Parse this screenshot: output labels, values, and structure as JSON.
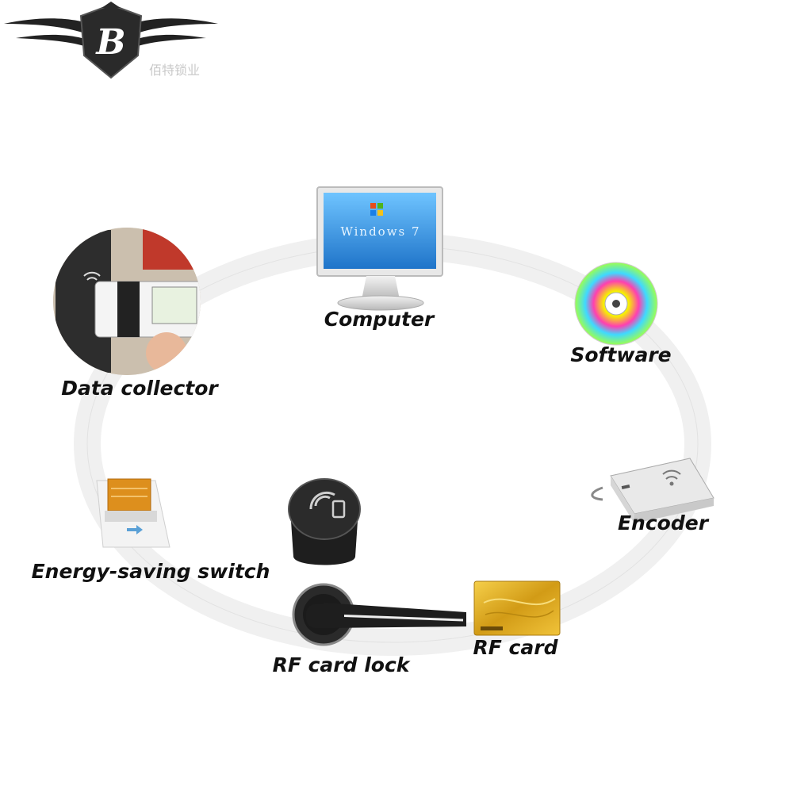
{
  "brand": {
    "monogram": "B",
    "subtitle": "佰特锁业"
  },
  "screen": {
    "os_text": "Windows 7"
  },
  "nodes": {
    "computer": "Computer",
    "software": "Software",
    "data_collector": "Data collector",
    "encoder": "Encoder",
    "energy_saving_switch": "Energy-saving switch",
    "rf_card_lock": "RF card lock",
    "rf_card": "RF card"
  },
  "colors": {
    "screen_blue": "#2a8fd8",
    "card_gold": "#d9a521",
    "lock_black": "#1b1b1b",
    "switch_card": "#d98c1a",
    "ring": "#eeeeee"
  }
}
